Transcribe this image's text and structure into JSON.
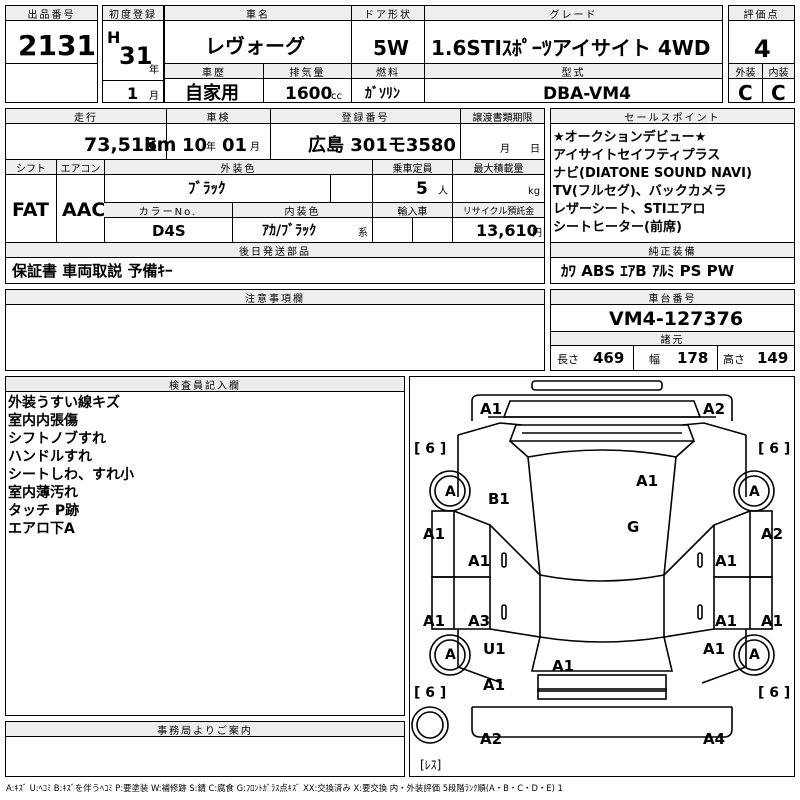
{
  "header": {
    "lot_label": "出品番号",
    "lot": "2131",
    "first_reg_label": "初度登録",
    "era": "H",
    "year": "31",
    "year_unit": "年",
    "month": "1",
    "month_unit": "月",
    "name_label": "車名",
    "name": "レヴォーグ",
    "door_label": "ドア形状",
    "door": "5W",
    "grade_label": "グレード",
    "grade": "1.6STIｽﾎﾟｰﾂアイサイト 4WD",
    "score_label": "評価点",
    "score": "4",
    "history_label": "車歴",
    "history": "自家用",
    "displacement_label": "排気量",
    "displacement": "1600",
    "displacement_unit": "cc",
    "fuel_label": "燃料",
    "fuel": "ｶﾞｿﾘﾝ",
    "model_label": "型式",
    "model": "DBA-VM4",
    "ext_label": "外装",
    "ext": "C",
    "int_label": "内装",
    "int": "C"
  },
  "row2": {
    "mileage_label": "走行",
    "mileage": "73,515",
    "mileage_unit": "km",
    "inspection_label": "車検",
    "insp_year": "10",
    "insp_year_unit": "年",
    "insp_month": "01",
    "insp_month_unit": "月",
    "plate_label": "登録番号",
    "plate": "広島 301モ3580",
    "transfer_label": "譲渡書類期限",
    "transfer_month_unit": "月",
    "transfer_day_unit": "日",
    "shift_label": "シフト",
    "shift": "FAT",
    "ac_label": "エアコン",
    "ac": "AAC",
    "color_label": "外装色",
    "color": "ﾌﾞﾗｯｸ",
    "capacity_label": "乗車定員",
    "capacity": "5",
    "capacity_unit": "人",
    "load_label": "最大積載量",
    "load_unit": "kg",
    "color_no_label": "カラーNo.",
    "color_no": "D4S",
    "interior_label": "内装色",
    "interior": "ｱｶ/ﾌﾞﾗｯｸ",
    "interior_unit": "系",
    "import_label": "輸入車",
    "recycle_label": "リサイクル預託金",
    "recycle": "13,610",
    "recycle_unit": "円",
    "later_label": "後日発送部品",
    "later": "保証書 車両取説 予備ｷｰ"
  },
  "sales": {
    "label": "セールスポイント",
    "lines": [
      "★オークションデビュー★",
      "アイサイトセイフティプラス",
      "ナビ(DIATONE SOUND NAVI)",
      "TV(フルセグ)、バックカメラ",
      "レザーシート、STIエアロ",
      "シートヒーター(前席)"
    ]
  },
  "equip": {
    "label": "純正装備",
    "value": "ｶﾜ ABS ｴｱB ｱﾙﾐ PS PW"
  },
  "caution": {
    "label": "注意事項欄"
  },
  "chassis": {
    "label": "車台番号",
    "value": "VM4-127376"
  },
  "dims": {
    "label": "諸元",
    "len_label": "長さ",
    "len": "469",
    "wid_label": "幅",
    "wid": "178",
    "hei_label": "高さ",
    "hei": "149"
  },
  "inspector": {
    "label": "検査員記入欄",
    "lines": [
      "外装うすい線キズ",
      "室内内張傷",
      "シフトノブすれ",
      "ハンドルすれ",
      "シートしわ、すれ小",
      "室内薄汚れ",
      "タッチ P跡",
      "エアロ下A"
    ]
  },
  "office": {
    "label": "事務局よりご案内"
  },
  "diagram": {
    "labels": [
      "A1",
      "A2",
      "B1",
      "A1",
      "G",
      "A1",
      "A2",
      "A1",
      "A1",
      "A1",
      "A1",
      "A3",
      "A1",
      "U1",
      "A1",
      "A1",
      "A1",
      "A2",
      "A4",
      "A",
      "A",
      "A",
      "A"
    ],
    "tires": [
      "[ 6 ]",
      "[ 6 ]",
      "[ 6 ]",
      "[ 6 ]"
    ],
    "spare": "[ﾚｽ]"
  },
  "legend": "A:ｷｽﾞ U:ﾍｺﾐ B:ｷｽﾞを伴うﾍｺﾐ P:要塗装 W:補修跡 S:錆 C:腐食 G:ﾌﾛﾝﾄｶﾞﾗｽ点ｷｽﾞ XX:交換済み X:要交換 内・外装評価 5段階ﾗﾝｸ順(A・B・C・D・E) 1"
}
